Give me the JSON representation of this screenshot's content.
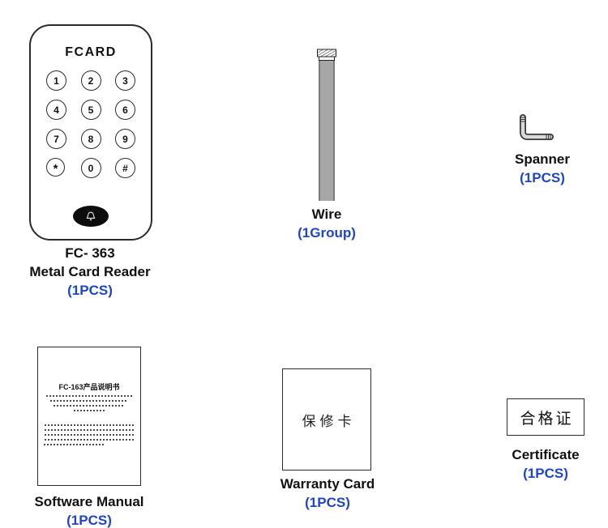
{
  "colors": {
    "accent": "#1f45c8",
    "ink": "#111111"
  },
  "items": {
    "reader": {
      "brand": "FCARD",
      "keys": [
        "1",
        "2",
        "3",
        "4",
        "5",
        "6",
        "7",
        "8",
        "9",
        "*",
        "0",
        "#"
      ],
      "model": "FC- 363",
      "name": "Metal Card Reader",
      "qty": "(1PCS)"
    },
    "wire": {
      "name": "Wire",
      "qty": "(1Group)"
    },
    "spanner": {
      "name": "Spanner",
      "qty": "(1PCS)"
    },
    "manual": {
      "doc_title": "FC-163产品说明书",
      "name": "Software Manual",
      "qty": "(1PCS)"
    },
    "warranty": {
      "doc_text": "保修卡",
      "name": "Warranty Card",
      "qty": "(1PCS)"
    },
    "certificate": {
      "doc_text": "合格证",
      "name": "Certificate",
      "qty": "(1PCS)"
    }
  }
}
